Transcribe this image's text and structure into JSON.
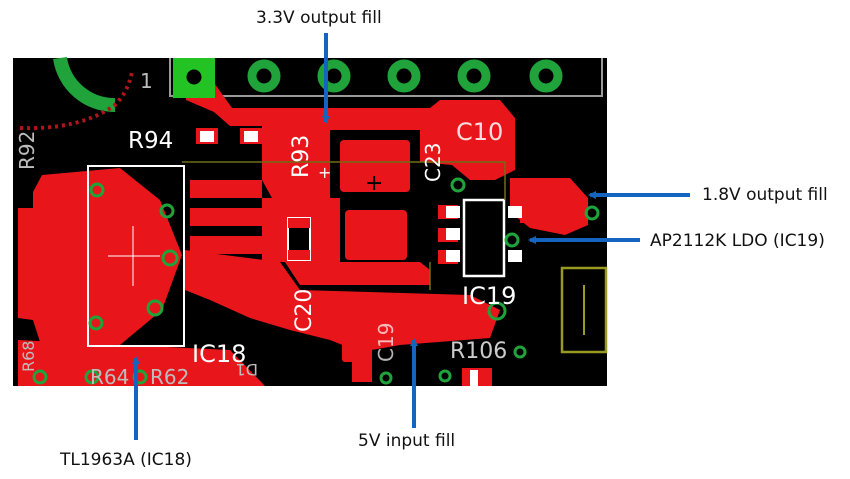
{
  "callouts": {
    "v33": "3.3V output fill",
    "v18": "1.8V output fill",
    "ldo": "AP2112K LDO (IC19)",
    "reg": "TL1963A (IC18)",
    "v5": "5V input fill"
  },
  "silkscreen": {
    "pin1": "1",
    "r94": "R94",
    "r93": "R93",
    "c10": "C10",
    "c23": "C23",
    "c20": "C20",
    "c19": "C19",
    "ic18": "IC18",
    "ic19": "IC19",
    "r106": "R106",
    "r92": "R92",
    "r62": "R62",
    "r64": "R64",
    "r68": "R68",
    "d1": "D1"
  },
  "colors": {
    "board": "#000000",
    "copper": "#e8161b",
    "copper_dark": "#b50f14",
    "silk": "#ffffff",
    "via_ring": "#1fa33a",
    "pad_green": "#22c322",
    "outline_yellow": "#9a9a22",
    "arrow": "#1565c0"
  }
}
